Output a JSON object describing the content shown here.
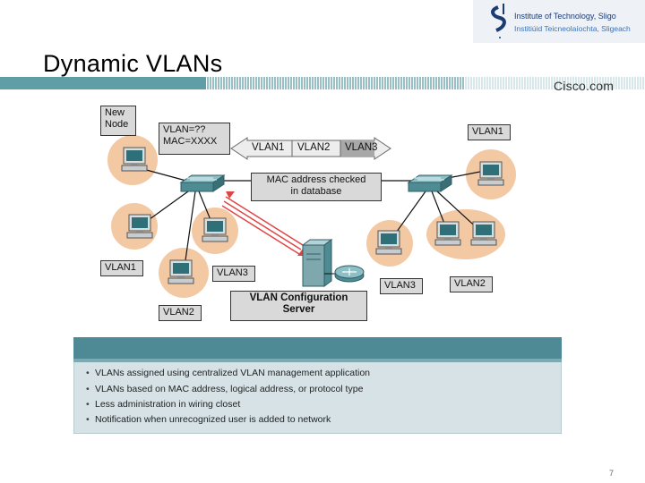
{
  "slide": {
    "title": "Dynamic VLANs",
    "page_number": "7"
  },
  "logo": {
    "institute_line1": "Institute of Technology, Sligo",
    "institute_line2": "Institiúid Teicneolaíochta, Sligeach",
    "cisco": "Cisco.com"
  },
  "diagram": {
    "new_node": "New\nNode",
    "query_line1": "VLAN=??",
    "query_line2": "MAC=XXXX",
    "vlan_table": [
      "VLAN1",
      "VLAN2",
      "VLAN3"
    ],
    "mac_check_line1": "MAC address checked",
    "mac_check_line2": "in database",
    "server_line1": "VLAN Configuration",
    "server_line2": "Server",
    "left_labels": {
      "vlan1": "VLAN1",
      "vlan3": "VLAN3",
      "vlan2": "VLAN2"
    },
    "right_labels": {
      "vlan1": "VLAN1",
      "vlan3": "VLAN3",
      "vlan2": "VLAN2"
    }
  },
  "bullets": [
    "VLANs assigned using centralized VLAN management application",
    "VLANs based on MAC address, logical address, or protocol type",
    "Less administration in wiring closet",
    "Notification when unrecognized user is added to network"
  ],
  "colors": {
    "accent_teal": "#5f9ea6",
    "bubble": "#f3c9a4",
    "switch": "#4e8b93",
    "panel_header": "#4e8a95",
    "panel_body": "#d6e2e6"
  }
}
